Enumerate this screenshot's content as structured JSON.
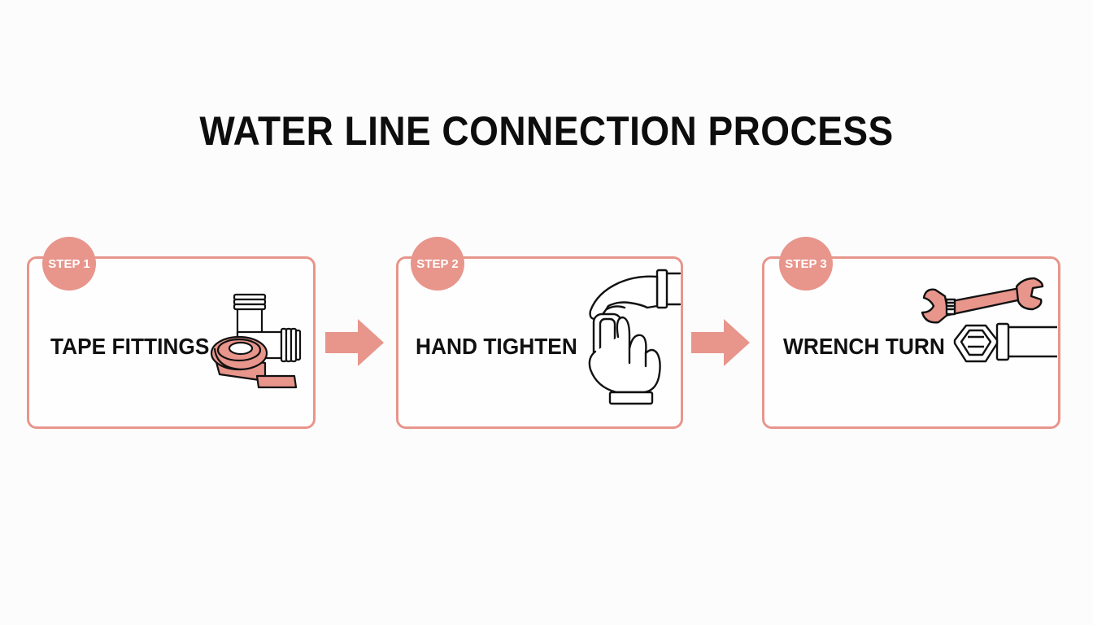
{
  "title": "WATER LINE CONNECTION PROCESS",
  "colors": {
    "accent": "#e8958c",
    "text": "#111111",
    "background": "#fcfcfc"
  },
  "steps": [
    {
      "badge": "STEP 1",
      "label": "TAPE FITTINGS",
      "icon": "tape-and-fittings-icon"
    },
    {
      "badge": "STEP 2",
      "label": "HAND TIGHTEN",
      "icon": "hand-tighten-icon"
    },
    {
      "badge": "STEP 3",
      "label": "WRENCH TURN",
      "icon": "wrench-turn-icon"
    }
  ]
}
